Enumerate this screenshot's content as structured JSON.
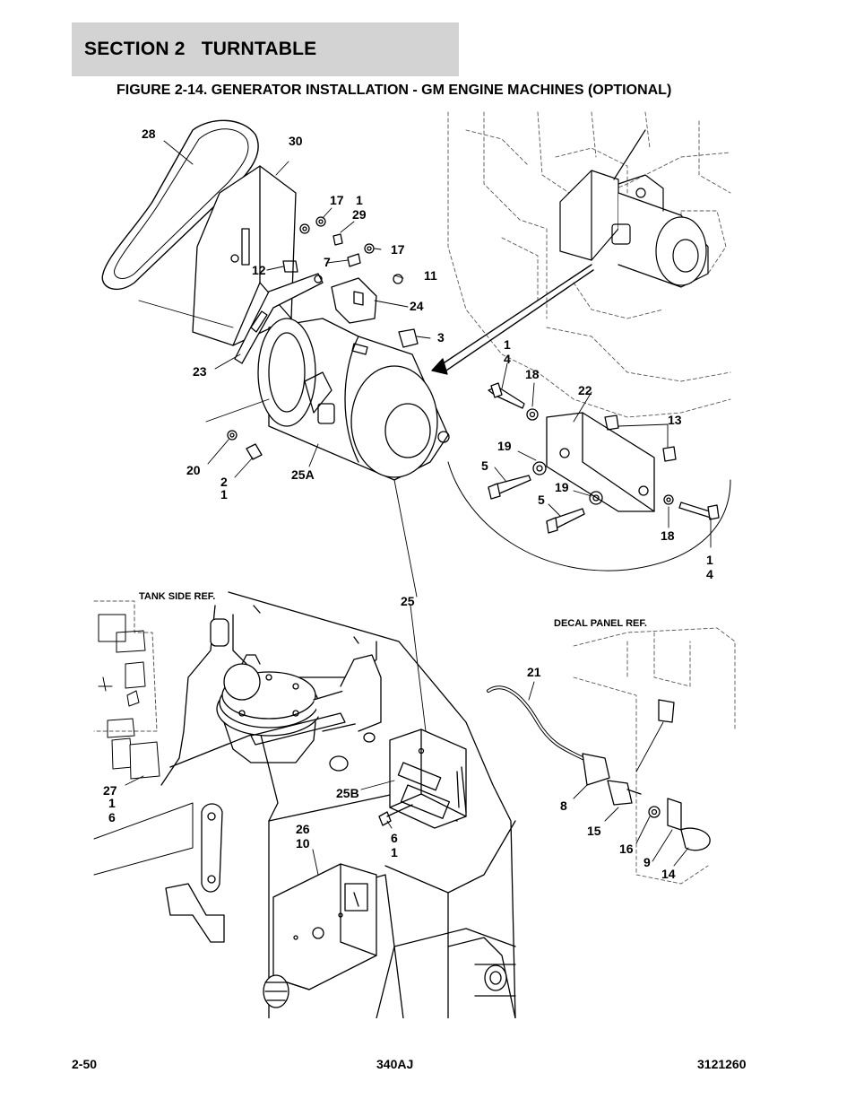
{
  "header": {
    "section_title": "SECTION 2   TURNTABLE",
    "figure_title": "FIGURE 2-14. GENERATOR INSTALLATION - GM ENGINE MACHINES (OPTIONAL)"
  },
  "reference_labels": {
    "tank_side": "TANK SIDE REF.",
    "decal_panel": "DECAL PANEL REF."
  },
  "callouts": {
    "c28": "28",
    "c30": "30",
    "c17a": "17",
    "c1a": "1",
    "c29": "29",
    "c17b": "17",
    "c7": "7",
    "c11": "11",
    "c12": "12",
    "c24": "24",
    "c3": "3",
    "c23": "23",
    "c20": "20",
    "c2": "2",
    "c1b": "1",
    "c25a": "25A",
    "c1c": "1",
    "c4a": "4",
    "c18a": "18",
    "c22": "22",
    "c13": "13",
    "c19a": "19",
    "c5a": "5",
    "c19b": "19",
    "c5b": "5",
    "c18b": "18",
    "c1d": "1",
    "c4b": "4",
    "c25": "25",
    "c21": "21",
    "c27": "27",
    "c1e": "1",
    "c6a": "6",
    "c25b": "25B",
    "c26": "26",
    "c10": "10",
    "c6b": "6",
    "c1f": "1",
    "c8": "8",
    "c15": "15",
    "c16": "16",
    "c9": "9",
    "c14": "14"
  },
  "footer": {
    "page_number": "2-50",
    "model": "340AJ",
    "document_number": "3121260"
  }
}
